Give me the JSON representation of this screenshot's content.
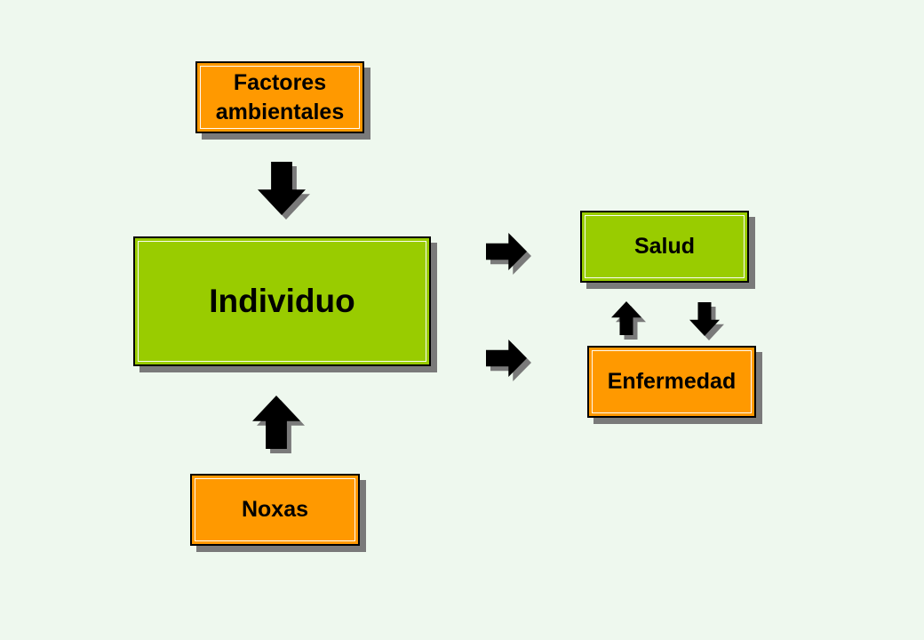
{
  "diagram": {
    "background_color": "#eef8ee",
    "nodes": {
      "factores": {
        "label": "Factores ambientales",
        "fill": "#ff9900"
      },
      "individuo": {
        "label": "Individuo",
        "fill": "#99cc00"
      },
      "noxas": {
        "label": "Noxas",
        "fill": "#ff9900"
      },
      "salud": {
        "label": "Salud",
        "fill": "#99cc00"
      },
      "enfermedad": {
        "label": "Enfermedad",
        "fill": "#ff9900"
      }
    },
    "edges": [
      {
        "from": "factores",
        "to": "individuo",
        "direction": "down"
      },
      {
        "from": "noxas",
        "to": "individuo",
        "direction": "up"
      },
      {
        "from": "individuo",
        "to": "salud",
        "direction": "right"
      },
      {
        "from": "individuo",
        "to": "enfermedad",
        "direction": "right"
      },
      {
        "from": "enfermedad",
        "to": "salud",
        "direction": "up"
      },
      {
        "from": "salud",
        "to": "enfermedad",
        "direction": "down"
      }
    ],
    "arrow_color": "#000000",
    "shadow_color": "#7a7a7a"
  }
}
